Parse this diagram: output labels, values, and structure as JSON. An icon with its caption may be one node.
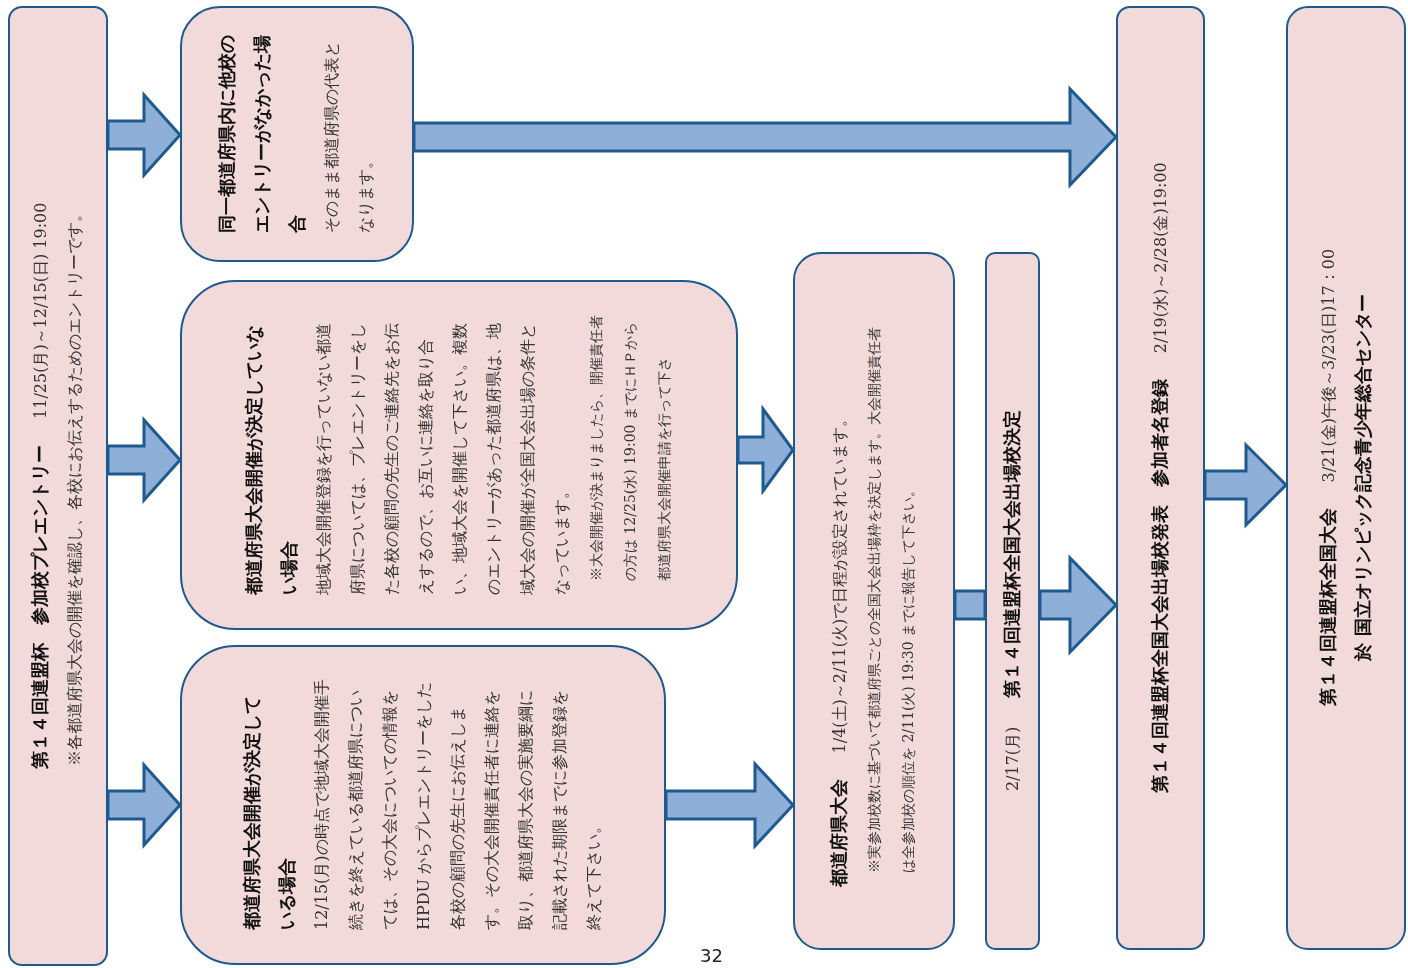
{
  "diagram": {
    "nodes": [
      {
        "text": [
          "第１４回連盟杯　参加校プレエントリー",
          "11/25(月)～12/15(日) 19:00",
          "※各都道府県大会の開催を確認し、各校にお伝えするためのエントリーです。"
        ]
      },
      {
        "text": [
          "同一都道府県内に他校のエントリーがなかった場合",
          "そのまま都道府県の代表となります。"
        ]
      },
      {
        "text": [
          "都道府県大会開催が決定していない場合",
          "地域大会開催登録を行っていない都道府県については、プレエントリーをした各校の顧問の先生のご連絡先をお伝えするので、お互いに連絡を取り合い、地域大会を開催して下さい。複数のエントリーがあった都道府県は、地域大会の開催が全国大会出場の条件となっています。",
          "※大会開催が決まりましたら、開催責任者の方は 12/25(水) 19:00 までにＨＰから都道府県大会開催申請を行って下さ"
        ]
      },
      {
        "text": [
          "都道府県大会開催が決定している場合",
          "12/15(月)の時点で地域大会開催手続きを終えている都道府県については、その大会についての情報を HPDU からプレエントリーをした各校の顧問の先生にお伝えします。その大会開催責任者に連絡を取り、都道府県大会の実施要綱に記載された期限までに参加登録を終えて下さい。"
        ]
      },
      {
        "text": [
          "都道府県大会",
          "1/4(土)～2/11(火)で日程が設定されています。",
          "※実参加校数に基づいて都道府県ごとの全国大会出場枠を決定します。大会開催責任者は全参加校の順位を 2/11(火) 19:30 までに報告して下さい。"
        ]
      },
      {
        "text": [
          "2/17(月)",
          "第１４回連盟杯全国大会出場校決定"
        ]
      },
      {
        "text": [
          "第１４回連盟杯全国大会出場校発表　参加者名登録",
          "2/19(水)～2/28(金)19:00"
        ]
      },
      {
        "text": [
          "第１４回連盟杯全国大会",
          "3/21(金)午後～3/23(日)17：00",
          "於 国立オリンピック記念青少年総合センター"
        ]
      }
    ],
    "edges": [
      {
        "from": 0,
        "to": 1,
        "arrow": "to"
      },
      {
        "from": 0,
        "to": 2,
        "arrow": "to"
      },
      {
        "from": 0,
        "to": 3,
        "arrow": "to"
      },
      {
        "from": 1,
        "to": 6,
        "arrow": "to"
      },
      {
        "from": 2,
        "to": 4,
        "arrow": "to"
      },
      {
        "from": 3,
        "to": 4,
        "arrow": "to"
      },
      {
        "from": 4,
        "to": 5,
        "arrow": "none"
      },
      {
        "from": 5,
        "to": 6,
        "arrow": "to"
      },
      {
        "from": 6,
        "to": 7,
        "arrow": "to"
      }
    ],
    "labels": [
      "32"
    ]
  }
}
